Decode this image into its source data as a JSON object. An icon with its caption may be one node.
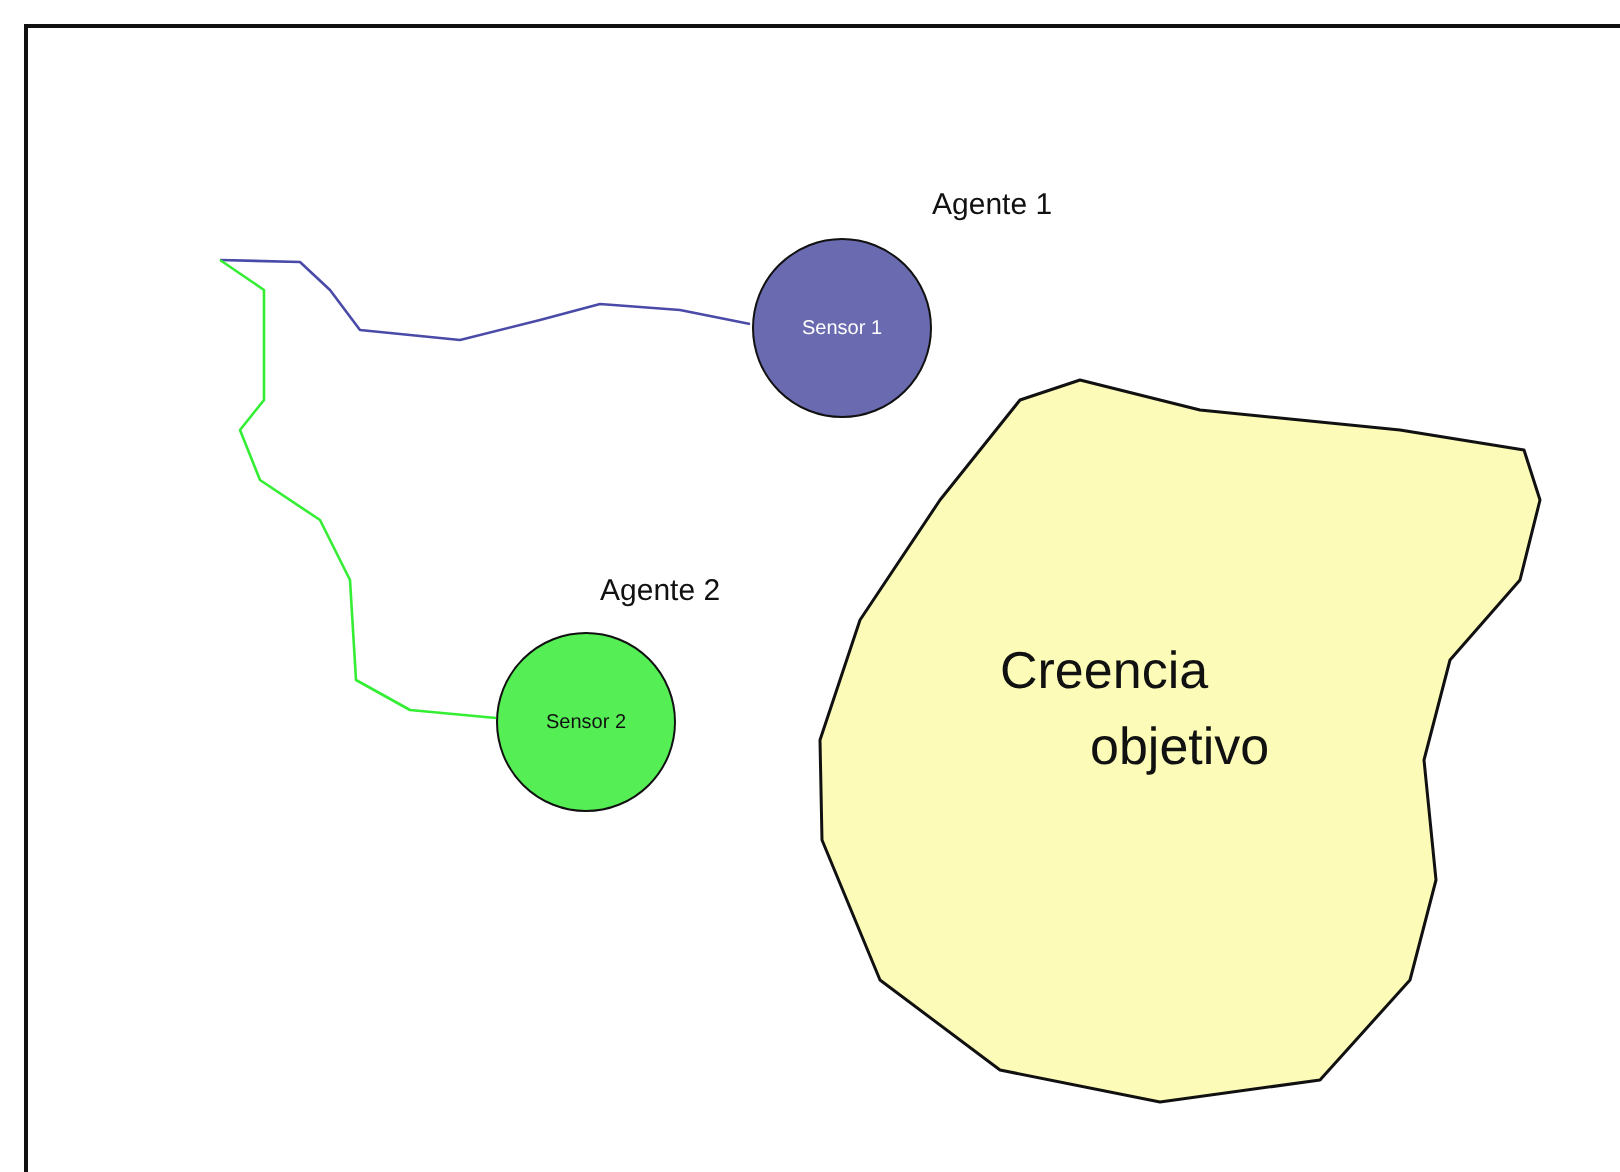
{
  "diagram": {
    "nodes": [
      {
        "text": [
          "Sensor 1"
        ],
        "beside": [
          "Agente 1"
        ]
      },
      {
        "text": [
          "Sensor 2"
        ],
        "beside": [
          "Agente 2"
        ]
      },
      {
        "text": [
          "Creencia objetivo"
        ]
      }
    ],
    "edges": [
      {
        "from": null,
        "to": 0,
        "arrow": "none",
        "color": "#4a4aa8"
      },
      {
        "from": null,
        "to": 1,
        "arrow": "none",
        "color": "#33ee33"
      }
    ]
  }
}
